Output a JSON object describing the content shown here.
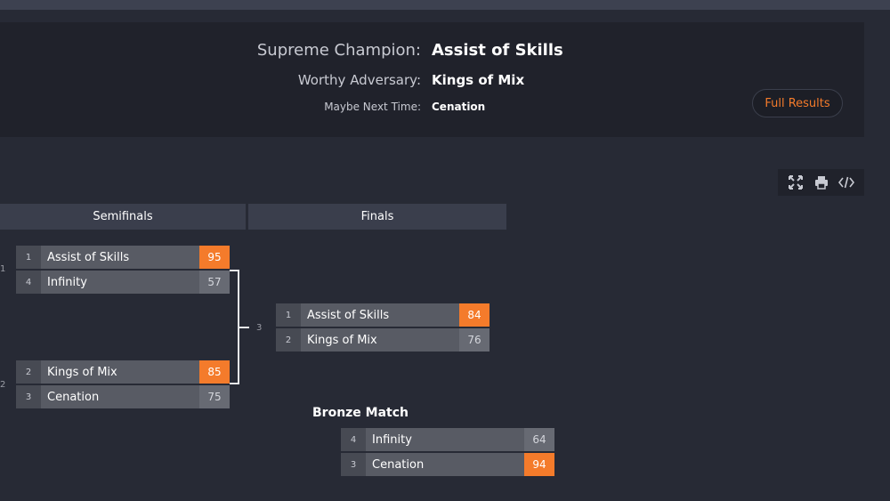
{
  "results": {
    "champion_label": "Supreme Champion:",
    "champion_value": "Assist of Skills",
    "runner_up_label": "Worthy Adversary:",
    "runner_up_value": "Kings of Mix",
    "third_label": "Maybe Next Time:",
    "third_value": "Cenation",
    "full_results_label": "Full Results"
  },
  "toolbar": {
    "icons": [
      "fullscreen-icon",
      "print-icon",
      "embed-code-icon"
    ]
  },
  "rounds": {
    "semifinals": "Semifinals",
    "finals": "Finals"
  },
  "matches": {
    "semi1": {
      "number": "1",
      "teams": [
        {
          "seed": "1",
          "name": "Assist of Skills",
          "score": "95",
          "winner": true
        },
        {
          "seed": "4",
          "name": "Infinity",
          "score": "57",
          "winner": false
        }
      ]
    },
    "semi2": {
      "number": "2",
      "teams": [
        {
          "seed": "2",
          "name": "Kings of Mix",
          "score": "85",
          "winner": true
        },
        {
          "seed": "3",
          "name": "Cenation",
          "score": "75",
          "winner": false
        }
      ]
    },
    "final": {
      "number": "3",
      "teams": [
        {
          "seed": "1",
          "name": "Assist of Skills",
          "score": "84",
          "winner": true
        },
        {
          "seed": "2",
          "name": "Kings of Mix",
          "score": "76",
          "winner": false
        }
      ]
    },
    "bronze": {
      "title": "Bronze Match",
      "teams": [
        {
          "seed": "4",
          "name": "Infinity",
          "score": "64",
          "winner": false
        },
        {
          "seed": "3",
          "name": "Cenation",
          "score": "94",
          "winner": true
        }
      ]
    }
  },
  "colors": {
    "accent": "#f47b2b",
    "background": "#272a35",
    "panel": "#20222b"
  }
}
